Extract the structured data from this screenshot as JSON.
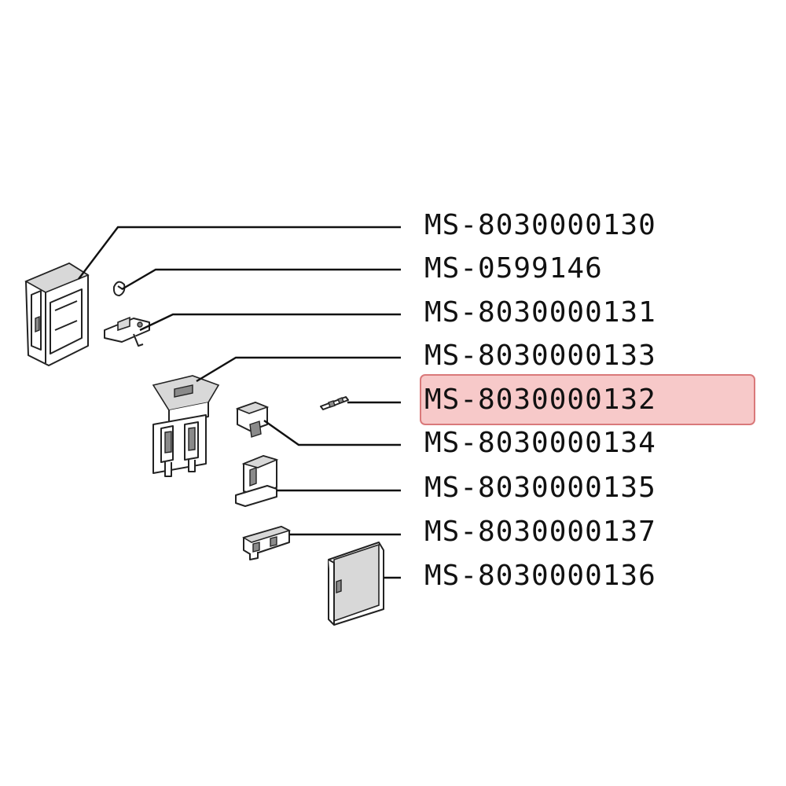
{
  "diagram": {
    "parts": [
      {
        "part_number": "MS-8030000130",
        "highlighted": false
      },
      {
        "part_number": "MS-0599146",
        "highlighted": false
      },
      {
        "part_number": "MS-8030000131",
        "highlighted": false
      },
      {
        "part_number": "MS-8030000133",
        "highlighted": false
      },
      {
        "part_number": "MS-8030000132",
        "highlighted": true
      },
      {
        "part_number": "MS-8030000134",
        "highlighted": false
      },
      {
        "part_number": "MS-8030000135",
        "highlighted": false
      },
      {
        "part_number": "MS-8030000137",
        "highlighted": false
      },
      {
        "part_number": "MS-8030000136",
        "highlighted": false
      }
    ],
    "colors": {
      "highlight_fill": "#f7c9c9",
      "highlight_border": "#d9797a",
      "line": "#111111",
      "background": "#ffffff"
    }
  }
}
